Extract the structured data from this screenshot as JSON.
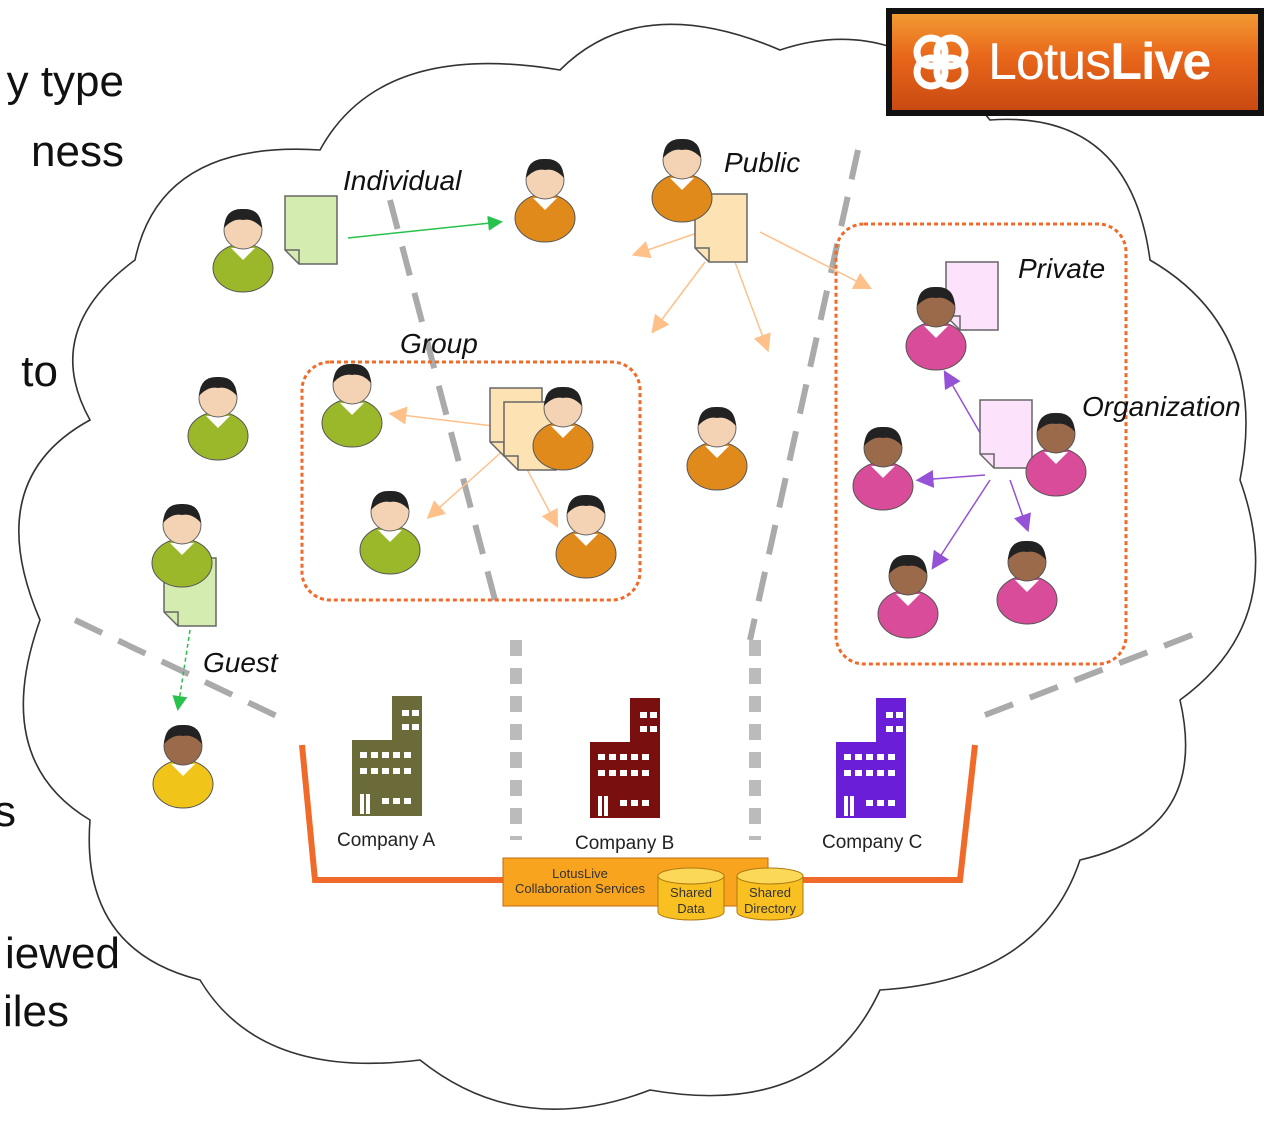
{
  "logo": {
    "text_regular": "Lotus",
    "text_bold": "Live"
  },
  "side_text": [
    "y type",
    "ness",
    "to",
    "s",
    "iewed",
    "iles"
  ],
  "labels": {
    "individual": "Individual",
    "public": "Public",
    "private": "Private",
    "group": "Group",
    "organization": "Organization",
    "guest": "Guest"
  },
  "companies": [
    {
      "name": "Company A",
      "color": "#6b6b3a"
    },
    {
      "name": "Company B",
      "color": "#7a0f0f"
    },
    {
      "name": "Company C",
      "color": "#6a1ed8"
    }
  ],
  "services": {
    "title_line1": "LotusLive",
    "title_line2": "Collaboration Services",
    "db1_line1": "Shared",
    "db1_line2": "Data",
    "db2_line1": "Shared",
    "db2_line2": "Directory"
  },
  "colors": {
    "green_person": "#9bb82a",
    "orange_person": "#e08a1c",
    "pink_person": "#d94c9a",
    "yellow_person": "#f0c419",
    "accent_border": "#f06a2a"
  }
}
